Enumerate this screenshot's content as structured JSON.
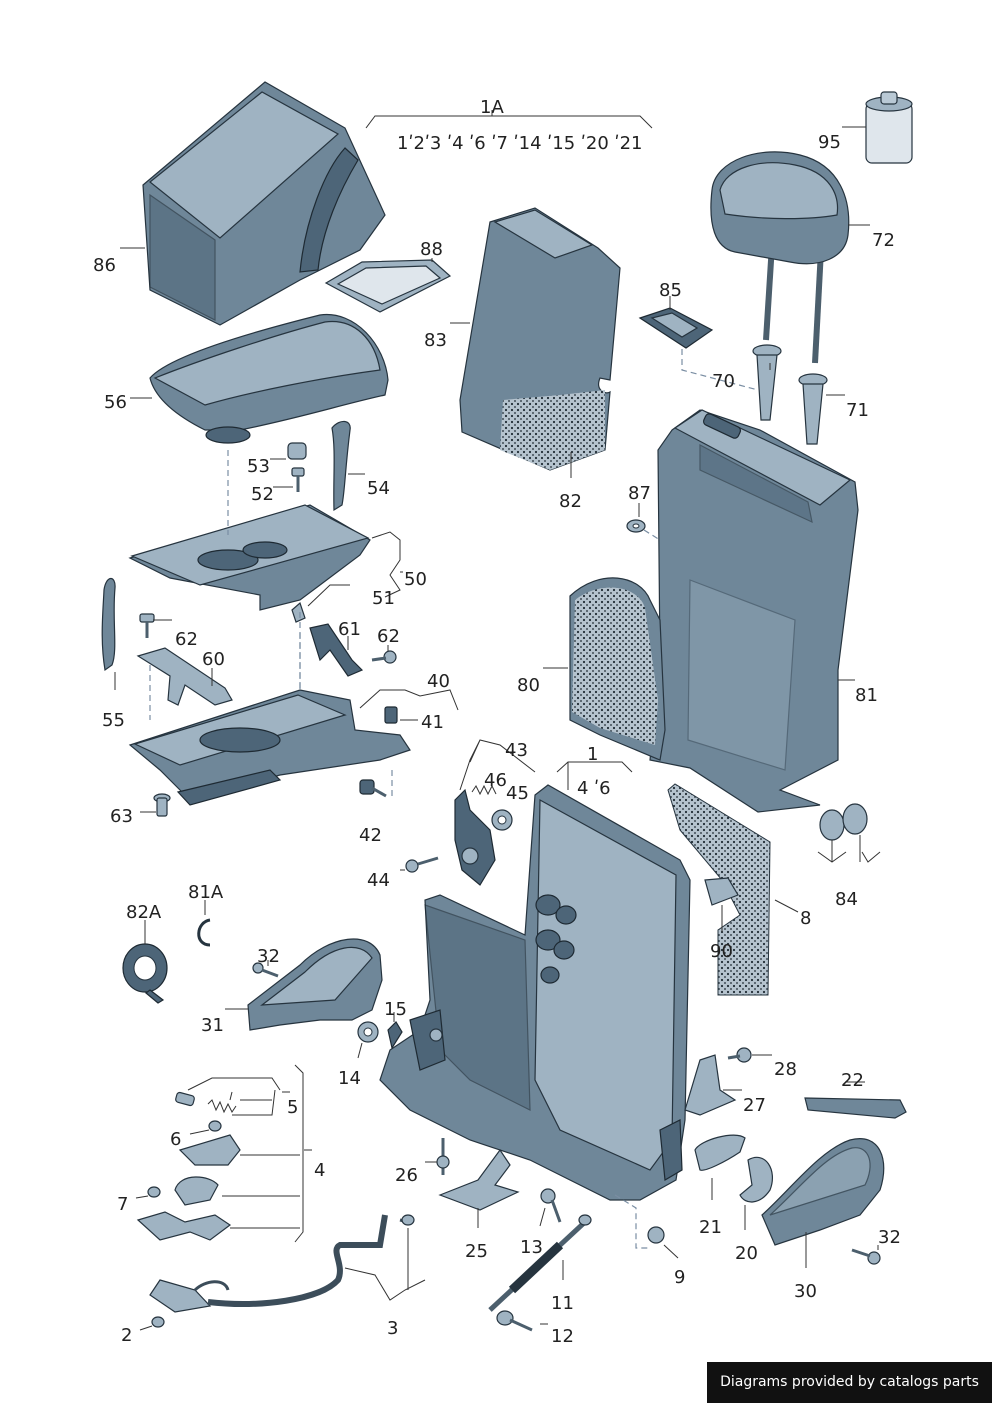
{
  "header_label": "1A",
  "header_variants": "1ʹ2ʹ3 ʹ4 ʹ6 ʹ7 ʹ14 ʹ15 ʹ20 ʹ21",
  "group_label_1": "1",
  "group_variants_1": "4 ʹ6",
  "labels": {
    "p95": "95",
    "p72": "72",
    "p86": "86",
    "p88": "88",
    "p83": "83",
    "p85": "85",
    "p70": "70",
    "p71": "71",
    "p56": "56",
    "p53": "53",
    "p52": "52",
    "p54": "54",
    "p82": "82",
    "p87": "87",
    "p50": "50",
    "p51": "51",
    "p62a": "62",
    "p61": "61",
    "p62b": "62",
    "p60": "60",
    "p55": "55",
    "p40": "40",
    "p41": "41",
    "p80": "80",
    "p81": "81",
    "p63": "63",
    "p43": "43",
    "p46": "46",
    "p45": "45",
    "p42": "42",
    "p44": "44",
    "p84": "84",
    "p8": "8",
    "p90": "90",
    "p82A": "82A",
    "p81A": "81A",
    "p32a": "32",
    "p31": "31",
    "p15": "15",
    "p14": "14",
    "p28": "28",
    "p27": "27",
    "p22": "22",
    "p5": "5",
    "p6": "6",
    "p4": "4",
    "p7": "7",
    "p26": "26",
    "p25": "25",
    "p13": "13",
    "p21": "21",
    "p20": "20",
    "p32b": "32",
    "p30": "30",
    "p9": "9",
    "p11": "11",
    "p12": "12",
    "p2": "2",
    "p3": "3"
  },
  "credit": "Diagrams provided by catalogs parts"
}
